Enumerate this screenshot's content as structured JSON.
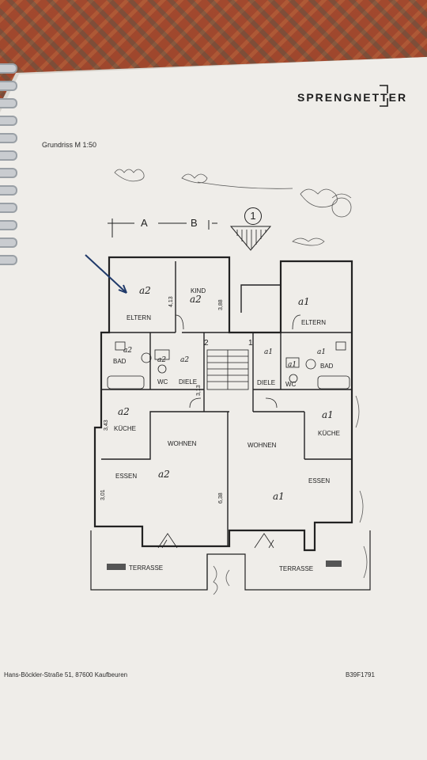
{
  "header": {
    "logo": "SPRENGNETTER",
    "caption": "Grundriss M 1:50"
  },
  "footer": {
    "address": "Hans-Böckler-Straße 51, 87600 Kaufbeuren",
    "code": "B39F1791"
  },
  "plan": {
    "axis_a": "A",
    "axis_b": "B",
    "north_marker": "1",
    "stair_left": "2",
    "stair_right": "1",
    "rooms": {
      "eltern_left": "ELTERN",
      "kind": "KIND",
      "eltern_right": "ELTERN",
      "bad_left": "BAD",
      "bad_right": "BAD",
      "wc_left": "WC",
      "wc_right": "WC",
      "diele_left": "DIELE",
      "diele_right": "DIELE",
      "kueche_left": "KÜCHE",
      "kueche_right": "KÜCHE",
      "wohnen_left": "WOHNEN",
      "wohnen_right": "WOHNEN",
      "essen_left": "ESSEN",
      "essen_right": "ESSEN",
      "terrasse_left": "TERRASSE",
      "terrasse_right": "TERRASSE"
    },
    "units": {
      "eltern_left": "a2",
      "kind": "a2",
      "eltern_right": "a1",
      "bad_left": "a2",
      "wc_left": "a2",
      "diele_left": "a2",
      "bad_right": "a1",
      "wc_right": "a1",
      "diele_right": "a1",
      "kueche_left": "a2",
      "kueche_right": "a1",
      "essen_left": "a2",
      "wohnen_right": "a1"
    },
    "dimensions": {
      "eltern_left": "4,13",
      "kind": "3,88",
      "diele": "3,13",
      "kueche_left": "3,43",
      "essen_left": "3,01",
      "wohnen_left": "6,38"
    }
  }
}
